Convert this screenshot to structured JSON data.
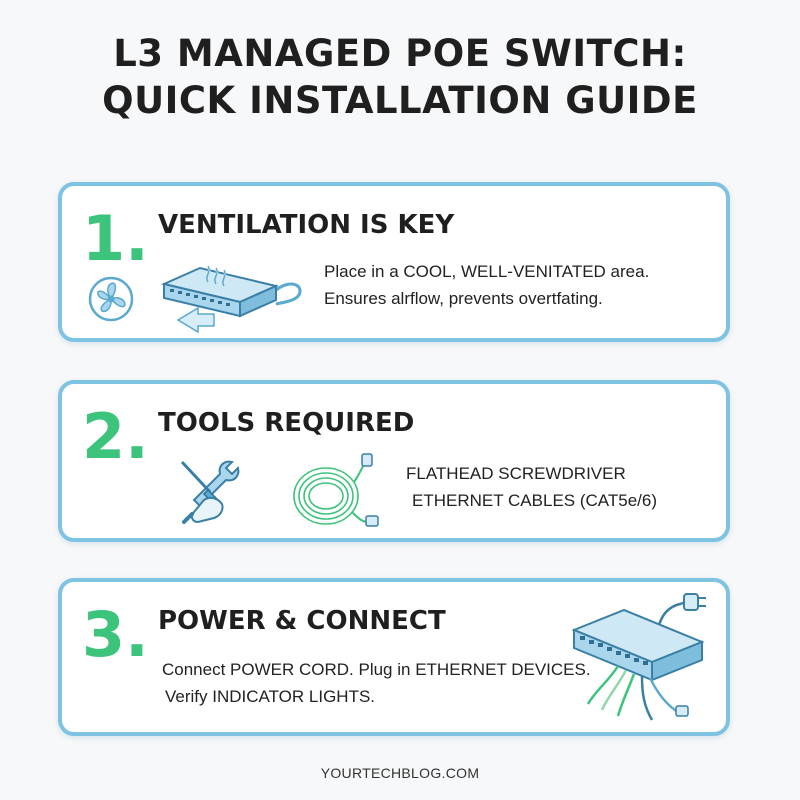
{
  "title": {
    "line1": "L3 MANAGED POE SWITCH:",
    "line2": "QUICK INSTALLATION GUIDE"
  },
  "steps": [
    {
      "number": "1.",
      "heading": "VENTILATION IS KEY",
      "lines": [
        "Place in a COOL, WELL-VENITATED area.",
        "Ensures alrflow, prevents overtfating."
      ],
      "icons": [
        "fan-icon",
        "switch-airflow-icon"
      ]
    },
    {
      "number": "2.",
      "heading": "TOOLS REQUIRED",
      "lines": [
        "FLATHEAD SCREWDRIVER",
        "ETHERNET CABLES (CAT5e/6)"
      ],
      "icons": [
        "screwdriver-wrench-icon",
        "ethernet-cable-icon"
      ]
    },
    {
      "number": "3.",
      "heading": "POWER & CONNECT",
      "lines": [
        "Connect POWER CORD. Plug in ETHERNET DEVICES.",
        "Verify INDICATOR LIGHTS."
      ],
      "icons": [
        "switch-connected-icon"
      ]
    }
  ],
  "footer": "YOURTECHBLOG.COM",
  "colors": {
    "accent_green": "#3cc47c",
    "card_border": "#7fc3e3",
    "icon_blue": "#5aa9cf",
    "icon_fill": "#a9d6ec"
  }
}
